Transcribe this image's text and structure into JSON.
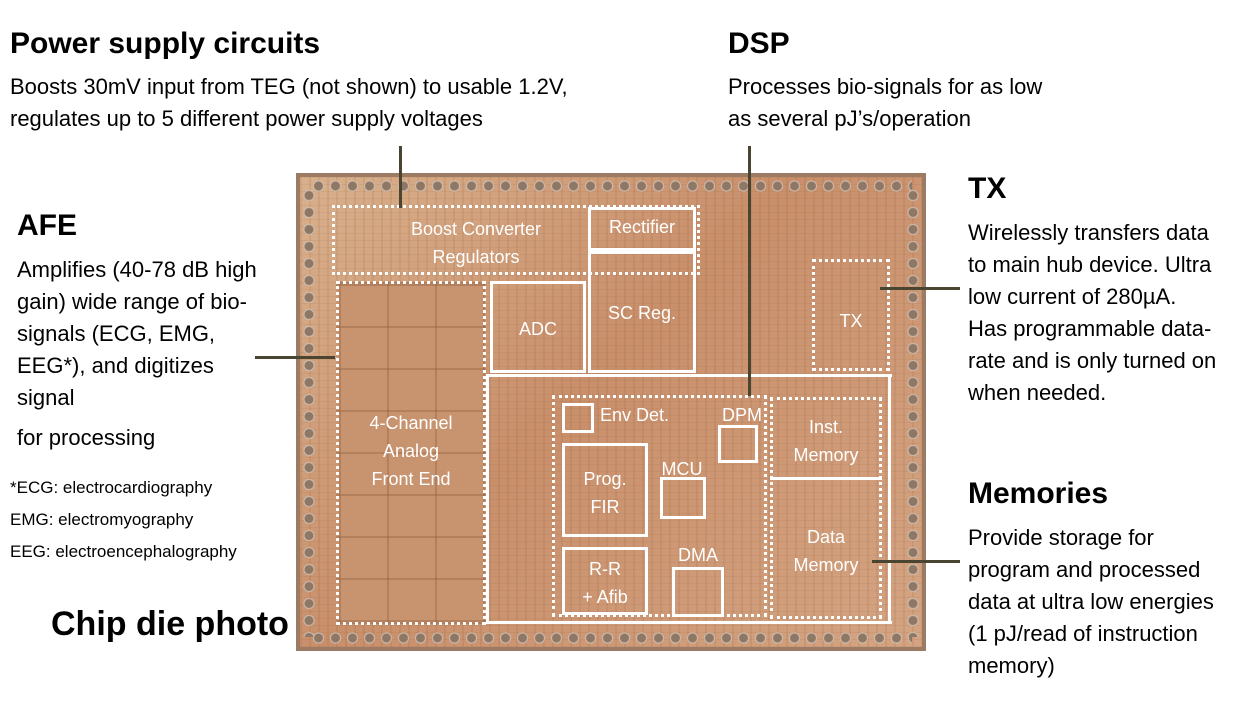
{
  "power": {
    "title": "Power supply circuits",
    "desc_1": "Boosts 30mV input from TEG (not shown) to usable 1.2V,",
    "desc_2": "regulates up to 5  different power supply voltages"
  },
  "dsp": {
    "title": "DSP",
    "desc_1": "Processes bio-signals for as low",
    "desc_2": "as several pJ’s/operation"
  },
  "afe": {
    "title": "AFE",
    "desc_lines": [
      "Amplifies (40-78 dB high",
      "gain) wide range of bio-",
      "signals (ECG, EMG,",
      "EEG*), and digitizes",
      "signal"
    ],
    "desc_last": "for processing",
    "footnotes": [
      "*ECG: electrocardiography",
      "EMG: electromyography",
      "EEG: electroencephalography"
    ]
  },
  "tx": {
    "title": "TX",
    "desc_lines": [
      "Wirelessly transfers data",
      "to main hub device. Ultra",
      "low current of 280µA.",
      "Has programmable data-",
      "rate and is only turned on",
      "when needed."
    ]
  },
  "memories": {
    "title": "Memories",
    "desc_lines": [
      "Provide storage for",
      "program and processed",
      "data at ultra low energies",
      "(1 pJ/read of instruction",
      "memory)"
    ]
  },
  "caption": "Chip die photo",
  "die": {
    "boost_1": "Boost Converter",
    "boost_2": "Regulators",
    "rectifier": "Rectifier",
    "adc": "ADC",
    "sc_reg": "SC Reg.",
    "tx": "TX",
    "afe_1": "4-Channel",
    "afe_2": "Analog",
    "afe_3": "Front End",
    "env_det": "Env Det.",
    "dpm": "DPM",
    "inst_1": "Inst.",
    "inst_2": "Memory",
    "prog_1": "Prog.",
    "prog_2": "FIR",
    "mcu": "MCU",
    "data_1": "Data",
    "data_2": "Memory",
    "rr_1": "R-R",
    "rr_2": "+ Afib",
    "dma": "DMA"
  }
}
